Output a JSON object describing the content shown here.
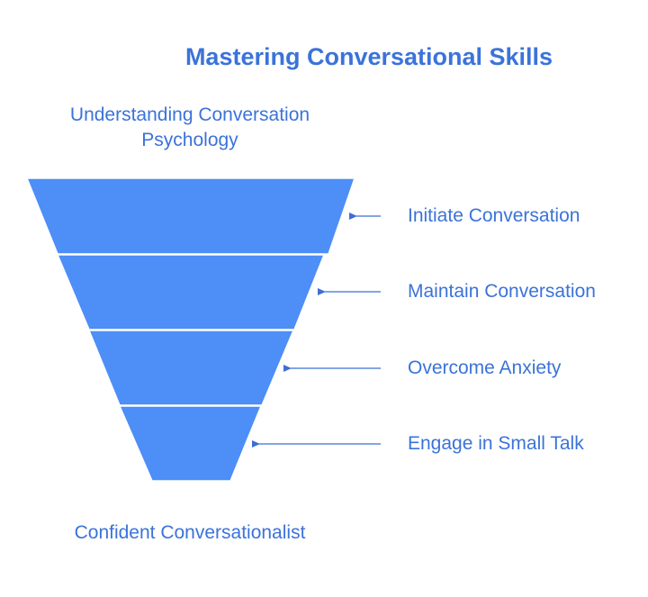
{
  "title": "Mastering Conversational Skills",
  "top_label": "Understanding Conversation Psychology",
  "bottom_label": "Confident Conversationalist",
  "stages": [
    {
      "label": "Initiate Conversation"
    },
    {
      "label": "Maintain Conversation"
    },
    {
      "label": "Overcome Anxiety"
    },
    {
      "label": "Engage in Small Talk"
    }
  ],
  "colors": {
    "text": "#3b73d9",
    "funnel_fill": "#4d8ef7",
    "divider": "#ffffff",
    "arrow": "#3b6fd4"
  }
}
